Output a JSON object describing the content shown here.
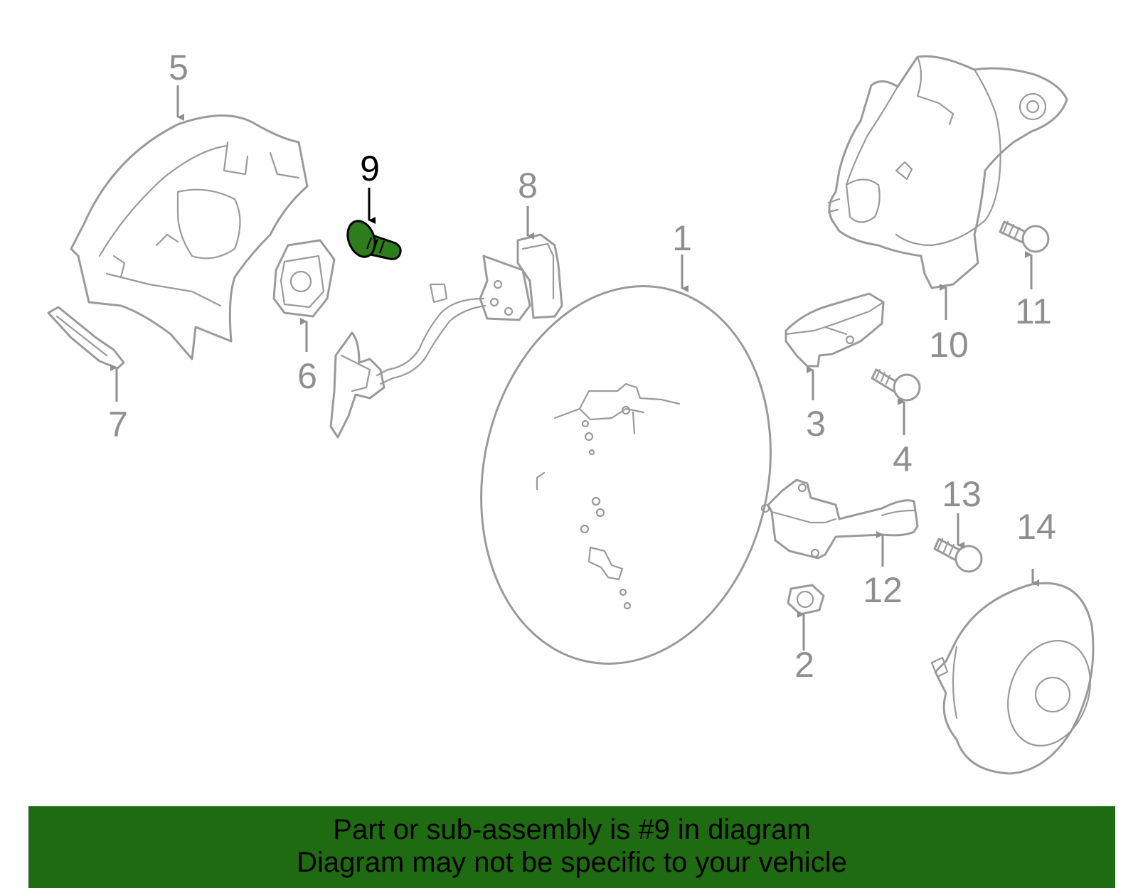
{
  "diagram": {
    "highlighted_part": "9",
    "colors": {
      "highlight_fill": "#2e7d1c",
      "part_stroke": "#9a9a9a",
      "banner_bg": "#1f6b12"
    },
    "callouts": [
      {
        "id": "1",
        "label": "1"
      },
      {
        "id": "2",
        "label": "2"
      },
      {
        "id": "3",
        "label": "3"
      },
      {
        "id": "4",
        "label": "4"
      },
      {
        "id": "5",
        "label": "5"
      },
      {
        "id": "6",
        "label": "6"
      },
      {
        "id": "7",
        "label": "7"
      },
      {
        "id": "8",
        "label": "8"
      },
      {
        "id": "9",
        "label": "9"
      },
      {
        "id": "10",
        "label": "10"
      },
      {
        "id": "11",
        "label": "11"
      },
      {
        "id": "12",
        "label": "12"
      },
      {
        "id": "13",
        "label": "13"
      },
      {
        "id": "14",
        "label": "14"
      }
    ]
  },
  "banner": {
    "line1": "Part or sub-assembly is #9 in diagram",
    "line2": "Diagram may not be specific to your vehicle"
  }
}
